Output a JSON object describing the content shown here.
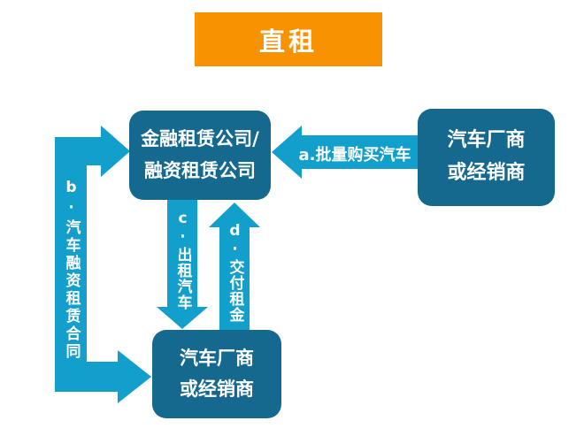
{
  "title_banner": {
    "label": "直租"
  },
  "nodes": {
    "lessor": {
      "line1": "金融租赁公司/",
      "line2": "融资租赁公司"
    },
    "dealer_right": {
      "line1": "汽车厂商",
      "line2": "或经销商"
    },
    "dealer_bottom": {
      "line1": "汽车厂商",
      "line2": "或经销商"
    }
  },
  "edges": {
    "a": {
      "label": "a.批量购买汽车",
      "direction": "left"
    },
    "b": {
      "label": "b·汽车融资租赁合同",
      "direction": "right-into-both-boxes"
    },
    "c": {
      "label": "c·出租汽车",
      "direction": "down"
    },
    "d": {
      "label": "d·交付租金",
      "direction": "up"
    }
  },
  "colors": {
    "accent-orange": "#F89200",
    "node-fill": "#15688E",
    "arrow-fill": "#129FCB",
    "text": "#FFFFFF"
  }
}
